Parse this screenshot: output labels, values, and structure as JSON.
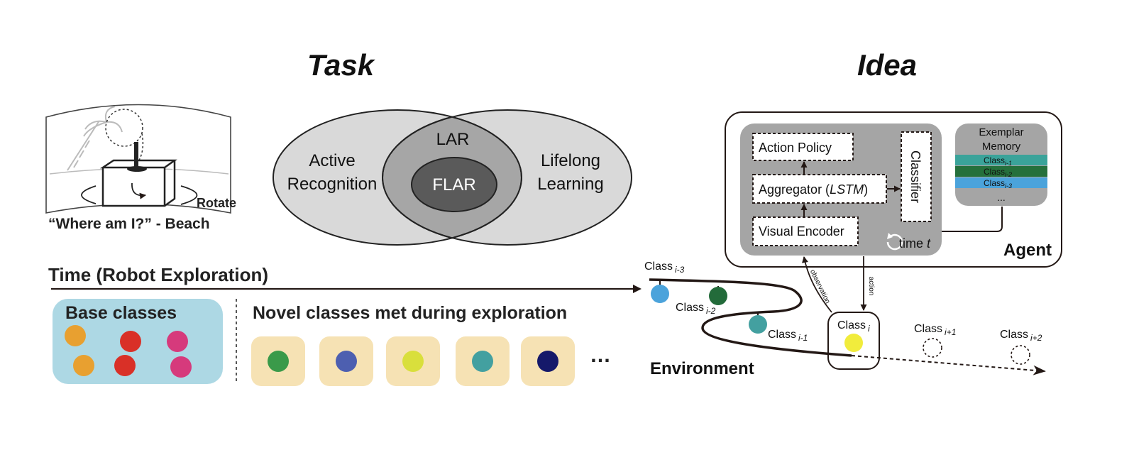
{
  "headings": {
    "task": "Task",
    "idea": "Idea"
  },
  "scene": {
    "rotate": "Rotate",
    "caption": "“Where am I?” - Beach"
  },
  "venn": {
    "left_line1": "Active",
    "left_line2": "Recognition",
    "right_line1": "Lifelong",
    "right_line2": "Learning",
    "middle": "LAR",
    "center": "FLAR"
  },
  "timeline": {
    "label": "Time (Robot Exploration)",
    "base_title": "Base classes",
    "novel_title": "Novel classes met during exploration",
    "ellipsis": "…"
  },
  "colors": {
    "base": [
      "#e8a030",
      "#d93027",
      "#d63a7c",
      "#e8a030",
      "#d93027",
      "#d63a7c"
    ],
    "novel": [
      "#3a9a4a",
      "#4d5fb0",
      "#d9df3c",
      "#43a0a0",
      "#15196a"
    ],
    "base_bg": "#add8e4",
    "novel_bg": "#f6e2b4"
  },
  "agent": {
    "title": "Agent",
    "action_policy": "Action Policy",
    "aggregator": "Aggregator (",
    "aggregator_italic": "LSTM",
    "aggregator_close": ")",
    "visual_encoder": "Visual Encoder",
    "classifier": "Classifier",
    "time": "time ",
    "time_italic": "t",
    "memory_line1": "Exemplar",
    "memory_line2": "Memory",
    "memory_rows": [
      "Class",
      "Class",
      "Class"
    ],
    "memory_subs": [
      "i-1",
      "i-2",
      "i-3"
    ],
    "memory_more": "..."
  },
  "environment": {
    "label": "Environment",
    "observation": "observation",
    "action": "action",
    "classes": [
      {
        "text": "Class",
        "sub": "i-3"
      },
      {
        "text": "Class",
        "sub": "i-2"
      },
      {
        "text": "Class",
        "sub": "i-1"
      },
      {
        "text": "Class",
        "sub": "i"
      },
      {
        "text": "Class",
        "sub": "i+1"
      },
      {
        "text": "Class",
        "sub": "i+2"
      }
    ],
    "colors": [
      "#4ba3db",
      "#236b3a",
      "#43a0a0",
      "#f1ec3c"
    ]
  }
}
